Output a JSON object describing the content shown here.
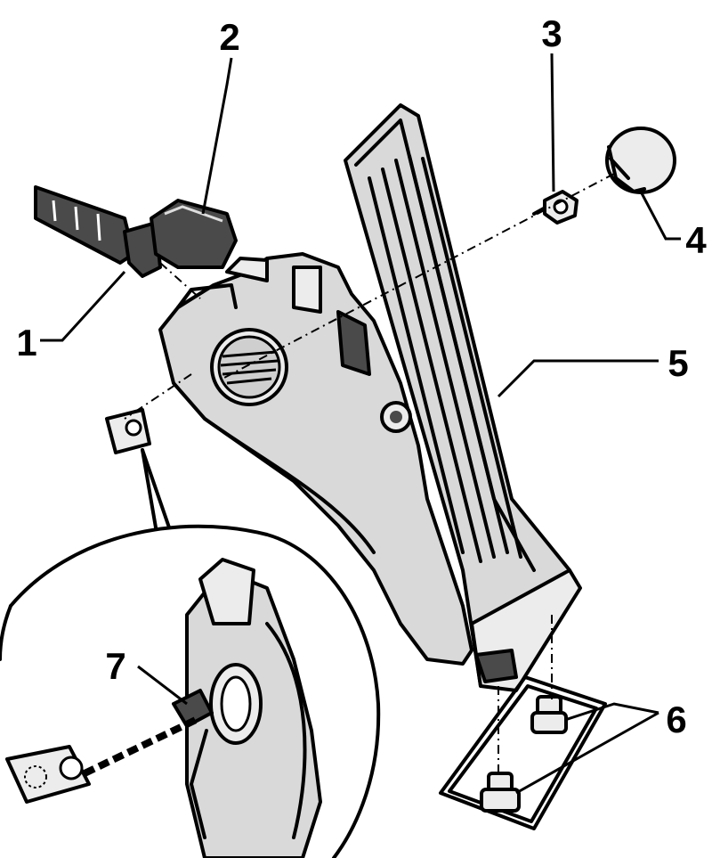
{
  "figure": {
    "colors": {
      "ink": "#000000",
      "part_fill": "#d9d9d9",
      "background": "#ffffff"
    },
    "callouts": [
      {
        "id": "1",
        "label": "1"
      },
      {
        "id": "2",
        "label": "2"
      },
      {
        "id": "3",
        "label": "3"
      },
      {
        "id": "4",
        "label": "4"
      },
      {
        "id": "5",
        "label": "5"
      },
      {
        "id": "6",
        "label": "6"
      },
      {
        "id": "7",
        "label": "7"
      }
    ],
    "parts": [
      "wiring-harness-connector",
      "connector-housing",
      "mounting-nut",
      "cap",
      "accelerator-pedal-module",
      "rubber-buffers",
      "locking-tab",
      "clip-nut",
      "detail-magnifier-circle"
    ]
  }
}
